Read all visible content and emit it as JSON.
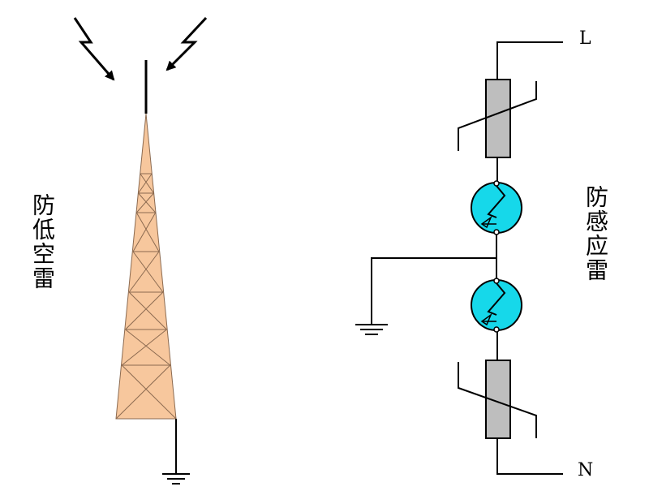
{
  "labels": {
    "left": "防低空雷",
    "right": "防感应雷",
    "terminal_top": "L",
    "terminal_bottom": "N"
  },
  "colors": {
    "line": "#000000",
    "tower_fill": "#f7c79d",
    "tower_stroke": "#8b6a50",
    "varistor_fill": "#bebebe",
    "gas_tube_fill": "#16d8ea",
    "background": "#ffffff"
  },
  "icons": {
    "lightning": "lightning-bolt-icon",
    "ground": "ground-symbol-icon",
    "varistor": "varistor-symbol-icon",
    "gas_tube": "gas-discharge-tube-icon"
  }
}
